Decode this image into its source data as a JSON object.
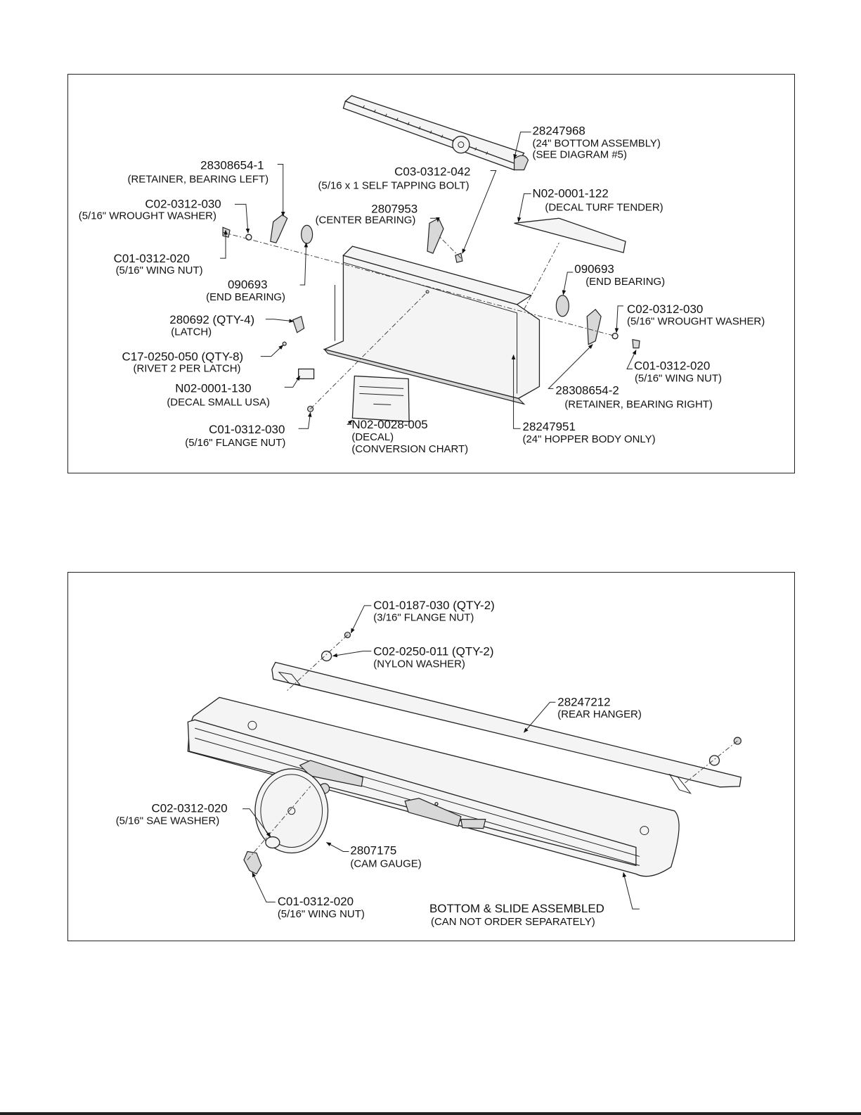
{
  "diagram1": {
    "labels": {
      "bottom_assembly": {
        "part": "28247968",
        "lines": [
          "(24\" BOTTOM ASSEMBLY)",
          "(SEE DIAGRAM #5)"
        ]
      },
      "retainer_left": {
        "part": "28308654-1",
        "lines": [
          "(RETAINER, BEARING LEFT)"
        ]
      },
      "bolt": {
        "part": "C03-0312-042",
        "lines": [
          "(5/16 x 1 SELF TAPPING BOLT)"
        ]
      },
      "washer_left": {
        "part": "C02-0312-030",
        "lines": [
          "(5/16\" WROUGHT WASHER)"
        ]
      },
      "center_bearing": {
        "part": "2807953",
        "lines": [
          "(CENTER BEARING)"
        ]
      },
      "decal_turf": {
        "part": "N02-0001-122",
        "lines": [
          "(DECAL TURF TENDER)"
        ]
      },
      "wing_nut_left": {
        "part": "C01-0312-020",
        "lines": [
          "(5/16\" WING NUT)"
        ]
      },
      "end_bearing_left": {
        "part": "090693",
        "lines": [
          "(END BEARING)"
        ]
      },
      "end_bearing_right": {
        "part": "090693",
        "lines": [
          "(END BEARING)"
        ]
      },
      "latch": {
        "part": "280692 (QTY-4)",
        "lines": [
          "(LATCH)"
        ]
      },
      "washer_right": {
        "part": "C02-0312-030",
        "lines": [
          "(5/16\" WROUGHT WASHER)"
        ]
      },
      "rivet": {
        "part": "C17-0250-050 (QTY-8)",
        "lines": [
          "(RIVET 2 PER LATCH)"
        ]
      },
      "wing_nut_right": {
        "part": "C01-0312-020",
        "lines": [
          "(5/16\" WING NUT)"
        ]
      },
      "decal_usa": {
        "part": "N02-0001-130",
        "lines": [
          "(DECAL SMALL USA)"
        ]
      },
      "retainer_right": {
        "part": "28308654-2",
        "lines": [
          "(RETAINER, BEARING RIGHT)"
        ]
      },
      "flange_nut": {
        "part": "C01-0312-030",
        "lines": [
          "(5/16\" FLANGE NUT)"
        ]
      },
      "decal_chart": {
        "part": "N02-0028-005",
        "lines": [
          "(DECAL)",
          "(CONVERSION CHART)"
        ]
      },
      "hopper_body": {
        "part": "28247951",
        "lines": [
          "(24\" HOPPER BODY ONLY)"
        ]
      }
    }
  },
  "diagram2": {
    "labels": {
      "flange_nut_small": {
        "part": "C01-0187-030 (QTY-2)",
        "lines": [
          "(3/16\" FLANGE NUT)"
        ]
      },
      "nylon_washer": {
        "part": "C02-0250-011 (QTY-2)",
        "lines": [
          "(NYLON WASHER)"
        ]
      },
      "rear_hanger": {
        "part": "28247212",
        "lines": [
          "(REAR HANGER)"
        ]
      },
      "sae_washer": {
        "part": "C02-0312-020",
        "lines": [
          "(5/16\" SAE WASHER)"
        ]
      },
      "cam_gauge": {
        "part": "2807175",
        "lines": [
          "(CAM GAUGE)"
        ]
      },
      "wing_nut": {
        "part": "C01-0312-020",
        "lines": [
          "(5/16\" WING NUT)"
        ]
      },
      "bottom_slide": {
        "part": "BOTTOM & SLIDE ASSEMBLED",
        "lines": [
          "(CAN NOT ORDER SEPARATELY)"
        ]
      }
    }
  }
}
